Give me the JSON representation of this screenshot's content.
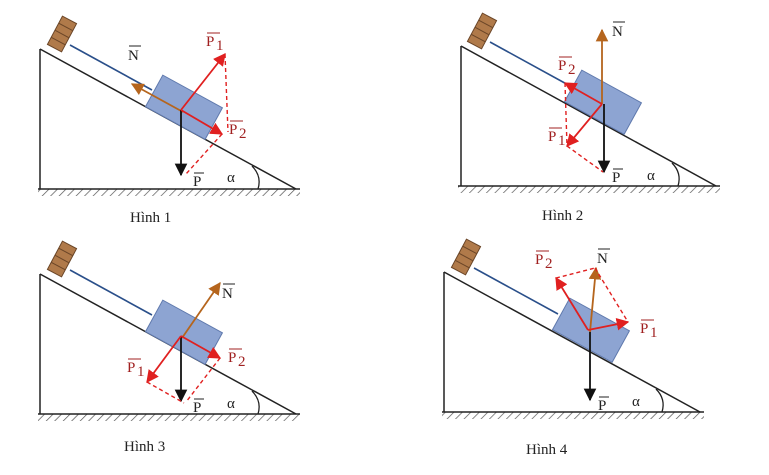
{
  "colors": {
    "incline": "#222222",
    "hatch": "#555555",
    "block": "#8da4d2",
    "block_edge": "#5f79ad",
    "rope": "#2a4f8a",
    "wall": "#b07a4a",
    "normal": "#b5651d",
    "weight": "#111111",
    "component": "#e02020",
    "label": "#a02020"
  },
  "labels": {
    "N": "N",
    "P": "P",
    "P1": "P",
    "P1_sub": "1",
    "P2": "P",
    "P2_sub": "2",
    "alpha": "α"
  },
  "figures": [
    {
      "caption": "Hình 1"
    },
    {
      "caption": "Hình 2"
    },
    {
      "caption": "Hình 3"
    },
    {
      "caption": "Hình 4"
    }
  ]
}
